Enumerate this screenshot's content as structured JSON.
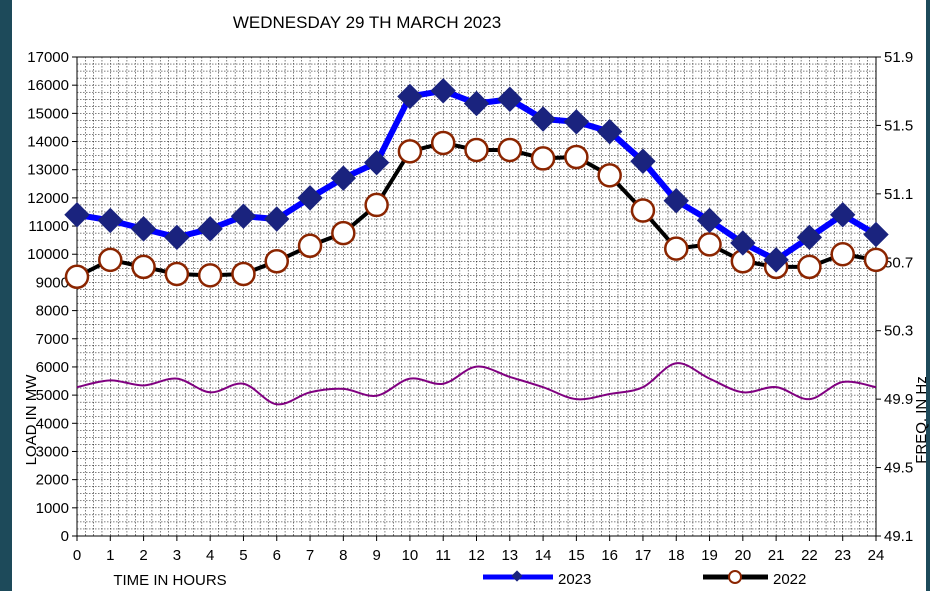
{
  "chart_data": {
    "type": "line",
    "title": "WEDNESDAY 29 TH  MARCH  2023",
    "xlabel": "TIME  IN  HOURS",
    "ylabel": "LOAD IN  MW",
    "y2label": "FREQ. IN  Hz",
    "x": [
      0,
      1,
      2,
      3,
      4,
      5,
      6,
      7,
      8,
      9,
      10,
      11,
      12,
      13,
      14,
      15,
      16,
      17,
      18,
      19,
      20,
      21,
      22,
      23,
      24
    ],
    "xlim": [
      0,
      24
    ],
    "ylim": [
      0,
      17000
    ],
    "yticks": [
      "0",
      "1000",
      "2000",
      "3000",
      "4000",
      "5000",
      "6000",
      "7000",
      "8000",
      "9000",
      "10000",
      "11000",
      "12000",
      "13000",
      "14000",
      "15000",
      "16000",
      "17000"
    ],
    "y2lim": [
      49.1,
      51.9
    ],
    "y2ticks": [
      "49.1",
      "49.5",
      "49.9",
      "50.3",
      "50.7",
      "51.1",
      "51.5",
      "51.9"
    ],
    "grid": true,
    "legend_position": "bottom-right",
    "colors": {
      "s2023": "#0000ff",
      "s2022": "#000000",
      "marker2022_edge": "#8b2500",
      "marker2023": "#1a237e",
      "freq": "#800080"
    },
    "series": [
      {
        "name": "2023",
        "axis": "left",
        "values": [
          11400,
          11200,
          10900,
          10600,
          10900,
          11350,
          11250,
          12000,
          12700,
          13250,
          15600,
          15800,
          15350,
          15500,
          14800,
          14700,
          14350,
          13300,
          11900,
          11200,
          10400,
          9800,
          10600,
          11400,
          10700
        ]
      },
      {
        "name": "2022",
        "axis": "left",
        "values": [
          9200,
          9800,
          9550,
          9300,
          9250,
          9300,
          9750,
          10300,
          10750,
          11750,
          13650,
          13950,
          13700,
          13700,
          13400,
          13450,
          12800,
          11550,
          10200,
          10350,
          9750,
          9550,
          9550,
          10000,
          9800
        ]
      },
      {
        "name": "",
        "axis": "right",
        "values": [
          49.97,
          50.01,
          49.98,
          50.02,
          49.94,
          49.99,
          49.87,
          49.94,
          49.96,
          49.92,
          50.02,
          49.99,
          50.09,
          50.03,
          49.97,
          49.9,
          49.93,
          49.97,
          50.11,
          50.02,
          49.94,
          49.97,
          49.9,
          50.0,
          49.97
        ]
      }
    ]
  }
}
